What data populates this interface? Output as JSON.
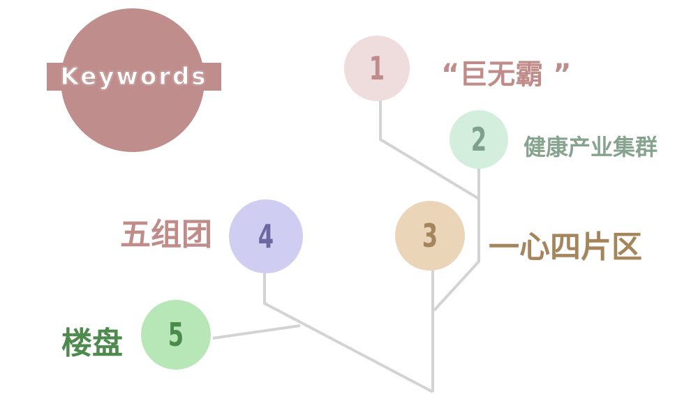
{
  "title": "Keywords",
  "colors": {
    "line": "#d3d3d3",
    "keywords_circle": "#bf8e8c"
  },
  "items": [
    {
      "number": "1",
      "label": "“巨无霸 ”",
      "circle_color": "#efdcdc",
      "number_color": "#c08c8a",
      "label_color": "#c08c8a"
    },
    {
      "number": "2",
      "label": "健康产业集群",
      "circle_color": "#d3eedd",
      "number_color": "#7fa08a",
      "label_color": "#86a38d"
    },
    {
      "number": "3",
      "label": "一心四片区",
      "circle_color": "#ebd5b9",
      "number_color": "#a5855b",
      "label_color": "#a5855b"
    },
    {
      "number": "4",
      "label": "五组团",
      "circle_color": "#d0cdf3",
      "number_color": "#6c69a0",
      "label_color": "#c08c8a"
    },
    {
      "number": "5",
      "label": "楼盘",
      "circle_color": "#b7e7b7",
      "number_color": "#4c8a4c",
      "label_color": "#4e8a4e"
    }
  ]
}
